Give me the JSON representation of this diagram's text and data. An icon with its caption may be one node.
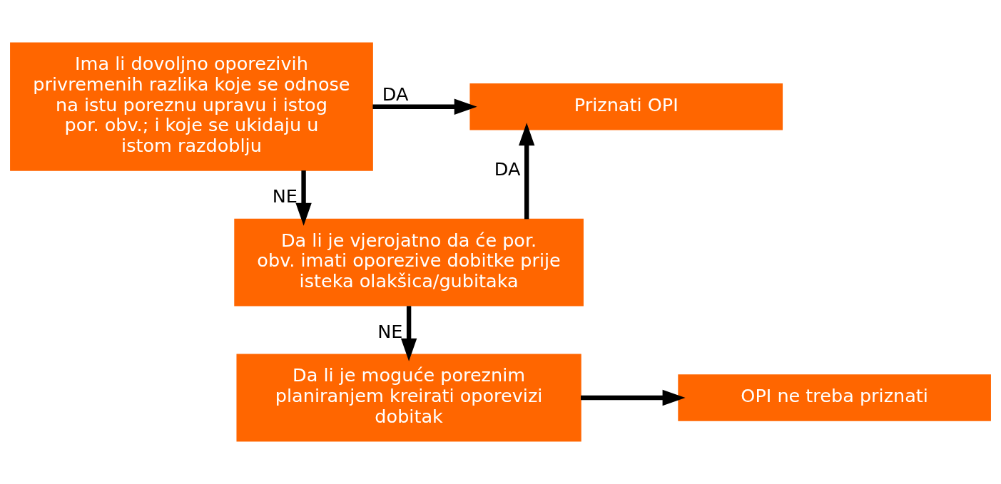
{
  "diagram": {
    "nodes": [
      {
        "text": [
          "Ima li dovoljno oporezivih privremenih razlika koje se odnose na istu poreznu upravu i istog por. obv.; i koje se ukidaju u istom razdoblju"
        ]
      },
      {
        "text": [
          "Da li je vjerojatno da će por. obv. imati oporezive dobitke prije isteka olakšica/gubitaka"
        ]
      },
      {
        "text": [
          "Da li je moguće poreznim planiranjem kreirati oporevizi dobitak"
        ]
      },
      {
        "text": [
          "Priznati OPI"
        ]
      },
      {
        "text": [
          "OPI ne treba priznati"
        ]
      }
    ],
    "edges": [
      {
        "from": 0,
        "to": 1,
        "arrow": "to",
        "label": "NE"
      },
      {
        "from": 0,
        "to": 3,
        "arrow": "to",
        "label": "DA"
      },
      {
        "from": 1,
        "to": 3,
        "arrow": "to",
        "label": "DA"
      },
      {
        "from": 1,
        "to": 2,
        "arrow": "to",
        "label": "NE"
      },
      {
        "from": 2,
        "to": 4,
        "arrow": "to"
      }
    ]
  }
}
